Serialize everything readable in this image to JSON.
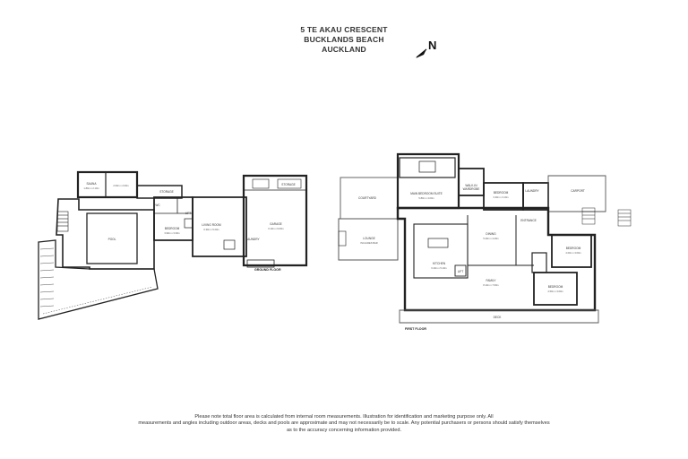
{
  "address": {
    "line1": "5 TE AKAU CRESCENT",
    "line2": "BUCKLANDS BEACH",
    "line3": "AUCKLAND"
  },
  "compass": {
    "label": "N"
  },
  "ground_floor": {
    "label": "GROUND FLOOR",
    "rooms": {
      "sauna": "SAUNA",
      "sauna_dims": "1.80m x 2.10m",
      "store_small": "2.00m x 2.00m",
      "storage": "STORAGE",
      "wc": "WC",
      "bedroom": "BEDROOM",
      "bedroom_dims": "3.90m x 3.30m",
      "lift": "LIFT",
      "living_room": "LIVING ROOM",
      "living_dims": "6.30m x 5.20m",
      "garage": "GARAGE",
      "garage_dims": "6.10m x 6.00m",
      "storage_garage": "STORAGE",
      "laundry": "LAUNDRY",
      "pool": "POOL"
    }
  },
  "first_floor": {
    "label": "FIRST FLOOR",
    "rooms": {
      "courtyard": "COURTYARD",
      "main_bedroom": "MAIN BEDROOM SUITE",
      "main_bedroom_dims": "5.80m x 4.00m",
      "walk_in": "WALK-IN",
      "wardrobe": "WARDROBE",
      "bedroom_top": "BEDROOM",
      "bedroom_top_dims": "3.30m x 3.10m",
      "laundry": "LAUNDRY",
      "carport": "CARPORT",
      "lounge": "LOUNGE",
      "lounge_sub": "INCLUDES BAR",
      "dining": "DINING",
      "dining_dims": "5.40m x 4.20m",
      "entrance": "ENTRANCE",
      "family": "FAMILY",
      "kitchen": "KITCHEN",
      "kitchen_dims": "6.20m x 5.10m",
      "family_dims": "8.10m x 7.60m",
      "lift": "LIFT",
      "bedroom_right": "BEDROOM",
      "bedroom_right_dims": "4.00m x 3.60m",
      "bedroom_bottom": "BEDROOM",
      "bedroom_bottom_dims": "4.50m x 3.60m",
      "deck": "DECK"
    }
  },
  "disclaimer": {
    "line1": "Please note total floor area is calculated from internal room measurements. Illustration for identification and marketing purpose only. All",
    "line2": "measurements and angles including outdoor areas, decks and pools are approximate and may not necessarily be to scale. Any potential purchasers or persons should satisfy themselves",
    "line3": "as to the accuracy concerning information provided."
  }
}
